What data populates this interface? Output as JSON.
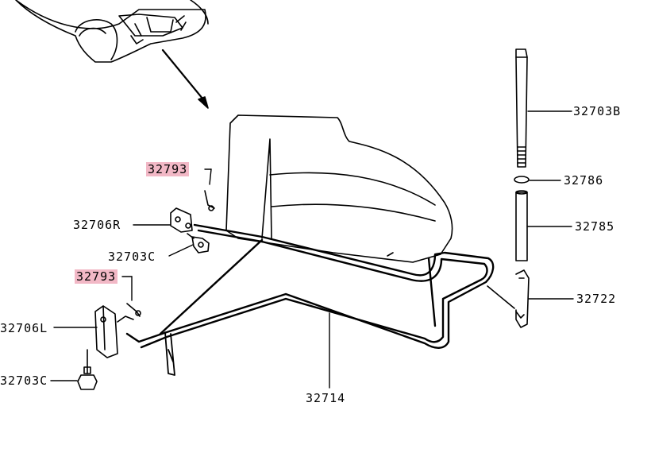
{
  "diagram": {
    "labels": {
      "clip_upper": "32793",
      "clip_lower": "32793",
      "bracket_right": "32706R",
      "bolt_upper": "32703C",
      "bracket_left": "32706L",
      "bolt_lower": "32703C",
      "frame": "32714",
      "rod_long": "32703B",
      "washer": "32786",
      "spacer": "32785",
      "hook": "32722"
    },
    "colors": {
      "line": "#000000",
      "highlight": "#f2b8c6",
      "background": "#ffffff"
    }
  }
}
